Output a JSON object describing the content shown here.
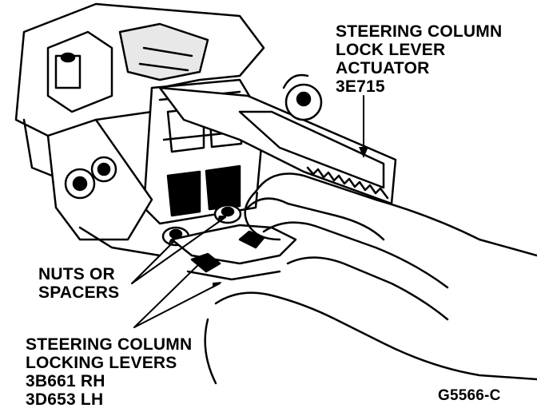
{
  "labels": {
    "actuator": [
      "STEERING COLUMN",
      "LOCK LEVER",
      "ACTUATOR",
      "3E715"
    ],
    "nuts": [
      "NUTS OR",
      "SPACERS"
    ],
    "levers": [
      "STEERING COLUMN",
      "LOCKING LEVERS",
      "3B661 RH",
      "3D653 LH"
    ],
    "figure_id": "G5566-C"
  }
}
